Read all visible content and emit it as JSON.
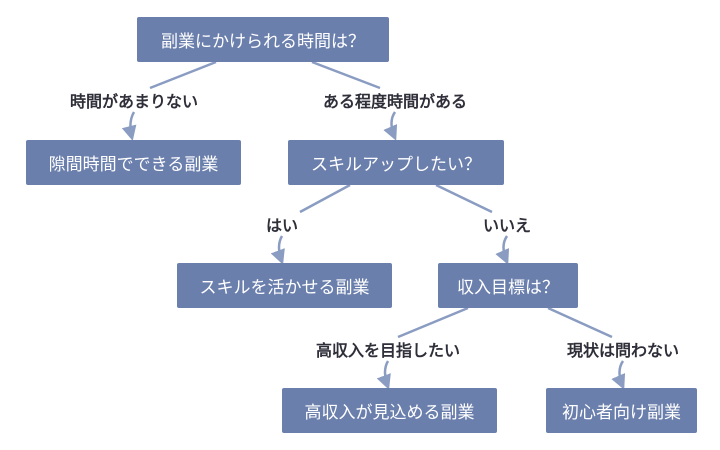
{
  "nodes": {
    "root": "副業にかけられる時間は？",
    "gap": "隙間時間でできる副業",
    "skill": "スキルアップしたい？",
    "use_skill": "スキルを活かせる副業",
    "income": "収入目標は？",
    "high_income": "高収入が見込める副業",
    "beginner": "初心者向け副業"
  },
  "edge_labels": {
    "low_time": "時間があまりない",
    "some_time": "ある程度時間がある",
    "yes": "はい",
    "no": "いいえ",
    "aim_high": "高収入を目指したい",
    "any": "現状は問わない"
  },
  "colors": {
    "node_fill": "#6b7fad",
    "node_text": "#ffffff",
    "edge": "#8a9cc2",
    "label_text": "#2f2f3a"
  }
}
